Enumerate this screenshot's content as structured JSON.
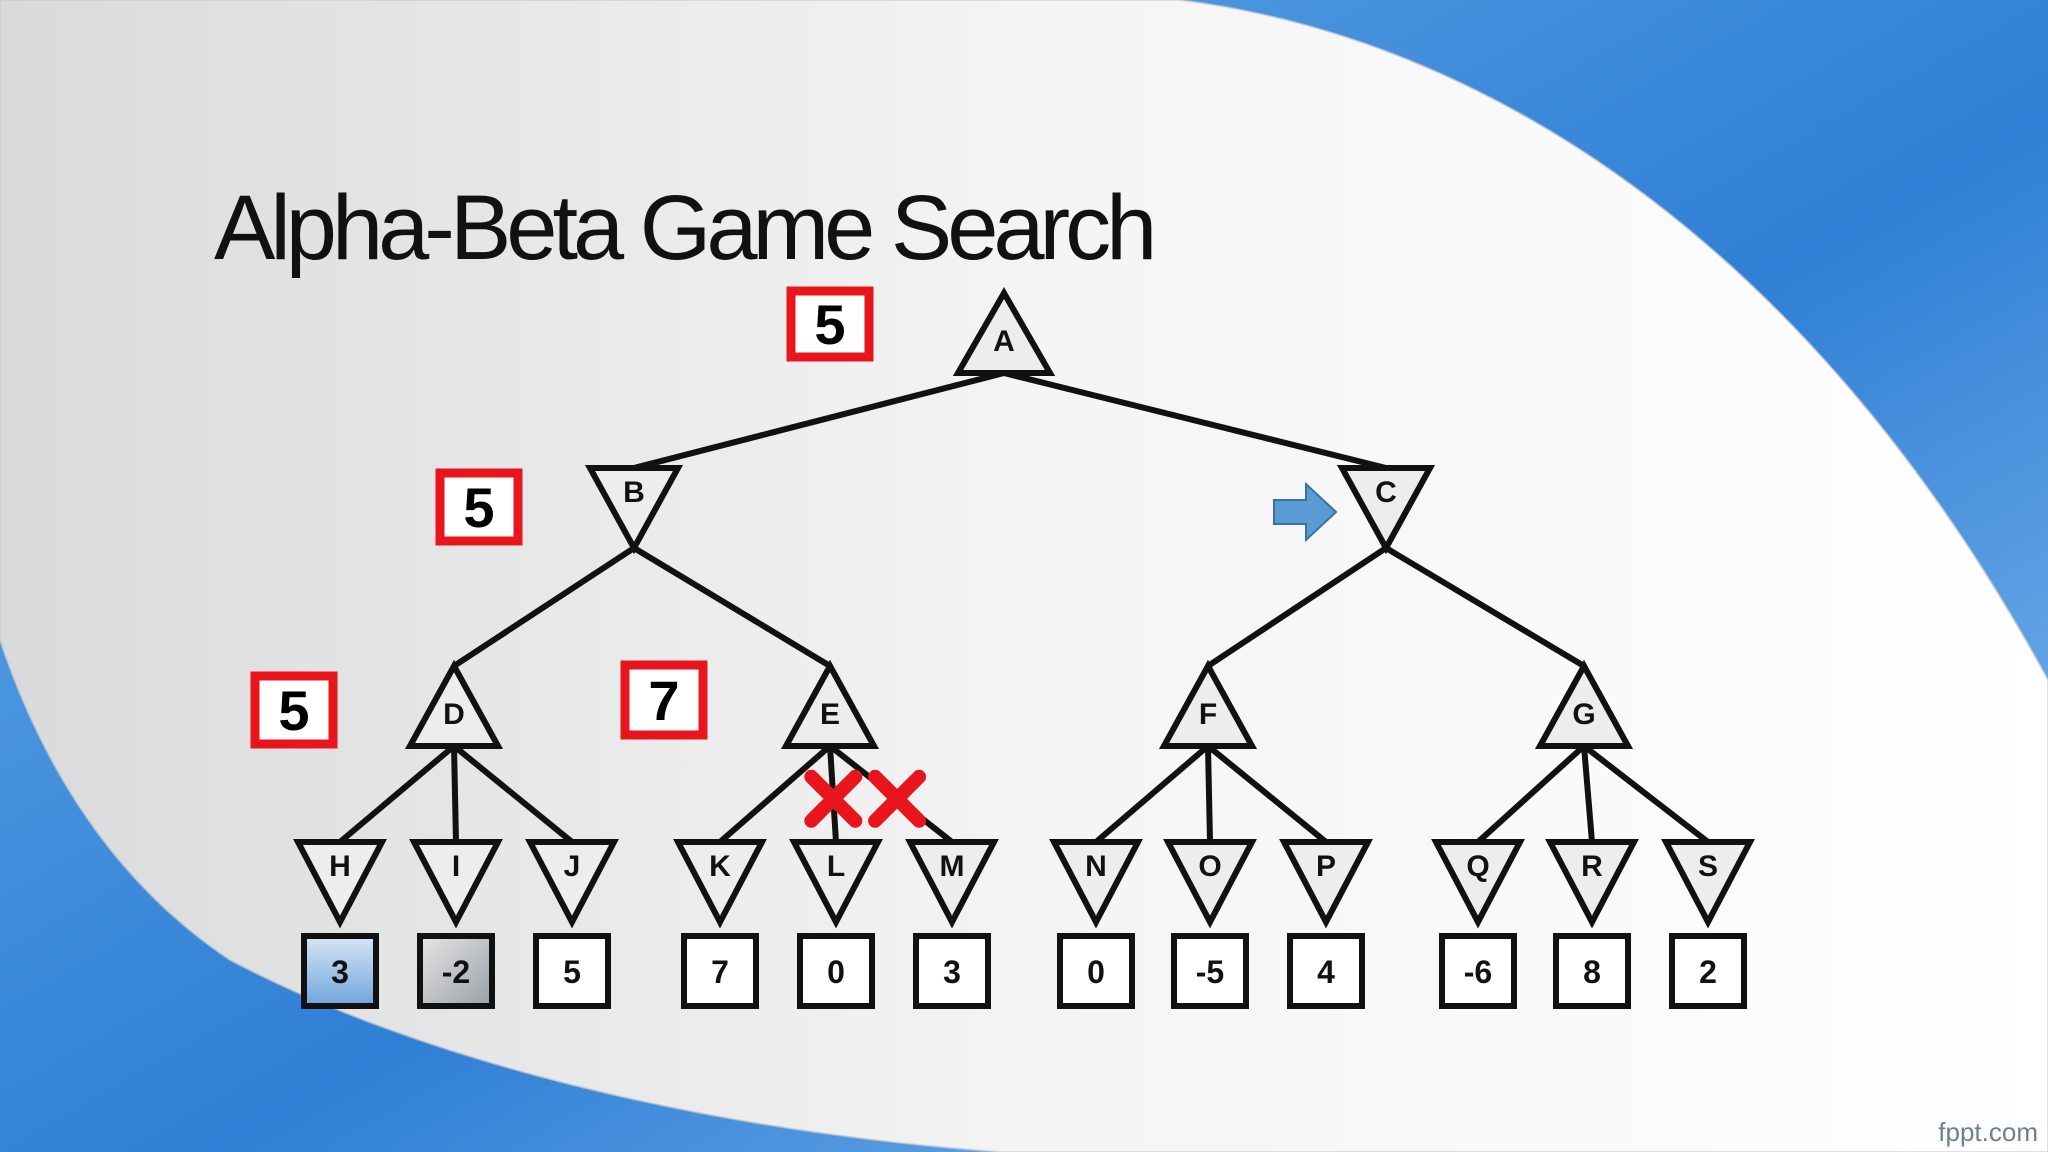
{
  "slide": {
    "title": "Alpha-Beta Game Search",
    "watermark": "fppt.com"
  },
  "colors": {
    "accent_blue": "#2f7fd6",
    "annotation_red": "#e8151c",
    "node_fill": "#ededed",
    "line": "#111111"
  },
  "tree": {
    "nodes": [
      {
        "id": "A",
        "type": "max",
        "children": [
          "B",
          "C"
        ]
      },
      {
        "id": "B",
        "type": "min",
        "children": [
          "D",
          "E"
        ]
      },
      {
        "id": "C",
        "type": "min",
        "children": [
          "F",
          "G"
        ]
      },
      {
        "id": "D",
        "type": "max",
        "children": [
          "H",
          "I",
          "J"
        ]
      },
      {
        "id": "E",
        "type": "max",
        "children": [
          "K",
          "L",
          "M"
        ]
      },
      {
        "id": "F",
        "type": "max",
        "children": [
          "N",
          "O",
          "P"
        ]
      },
      {
        "id": "G",
        "type": "max",
        "children": [
          "Q",
          "R",
          "S"
        ]
      },
      {
        "id": "H",
        "type": "min",
        "leaf_value": "3",
        "leaf_highlight": true
      },
      {
        "id": "I",
        "type": "min",
        "leaf_value": "-2",
        "leaf_highlight": true
      },
      {
        "id": "J",
        "type": "min",
        "leaf_value": "5"
      },
      {
        "id": "K",
        "type": "min",
        "leaf_value": "7"
      },
      {
        "id": "L",
        "type": "min",
        "leaf_value": "0"
      },
      {
        "id": "M",
        "type": "min",
        "leaf_value": "3"
      },
      {
        "id": "N",
        "type": "min",
        "leaf_value": "0"
      },
      {
        "id": "O",
        "type": "min",
        "leaf_value": "-5"
      },
      {
        "id": "P",
        "type": "min",
        "leaf_value": "4"
      },
      {
        "id": "Q",
        "type": "min",
        "leaf_value": "-6"
      },
      {
        "id": "R",
        "type": "min",
        "leaf_value": "8"
      },
      {
        "id": "S",
        "type": "min",
        "leaf_value": "2"
      }
    ],
    "node_values": [
      {
        "node": "A",
        "value": "5"
      },
      {
        "node": "B",
        "value": "5"
      },
      {
        "node": "D",
        "value": "5"
      },
      {
        "node": "E",
        "value": "7"
      }
    ],
    "pruned_edges": [
      {
        "from": "E",
        "to": "L"
      },
      {
        "from": "E",
        "to": "M"
      }
    ],
    "current_node": "C",
    "pointer_icon": "right-arrow-icon",
    "prune_icon": "red-x-icon"
  }
}
